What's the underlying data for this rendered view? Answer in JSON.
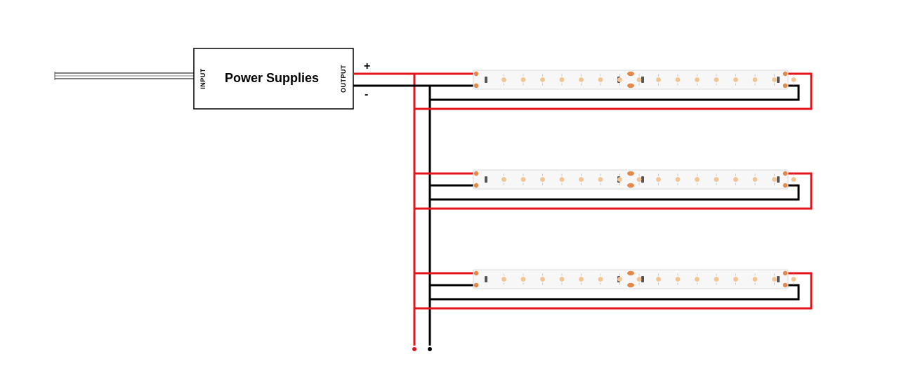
{
  "power_supply": {
    "title": "Power Supplies",
    "input_label": "INPUT",
    "output_label": "OUTPUT",
    "positive_symbol": "+",
    "negative_symbol": "-"
  },
  "strips": [
    {
      "name": "led-strip-1",
      "led_count": 16
    },
    {
      "name": "led-strip-2",
      "led_count": 16
    },
    {
      "name": "led-strip-3",
      "led_count": 16
    }
  ],
  "colors": {
    "positive_wire": "#e3141b",
    "negative_wire": "#000000",
    "strip_body": "#f7f7f7",
    "led_chip": "#f2c492",
    "pad": "#e2884a",
    "mains_cable": "#555555"
  },
  "icons": {
    "mains_cable": "cable-icon",
    "led_strip": "led-strip-icon"
  }
}
